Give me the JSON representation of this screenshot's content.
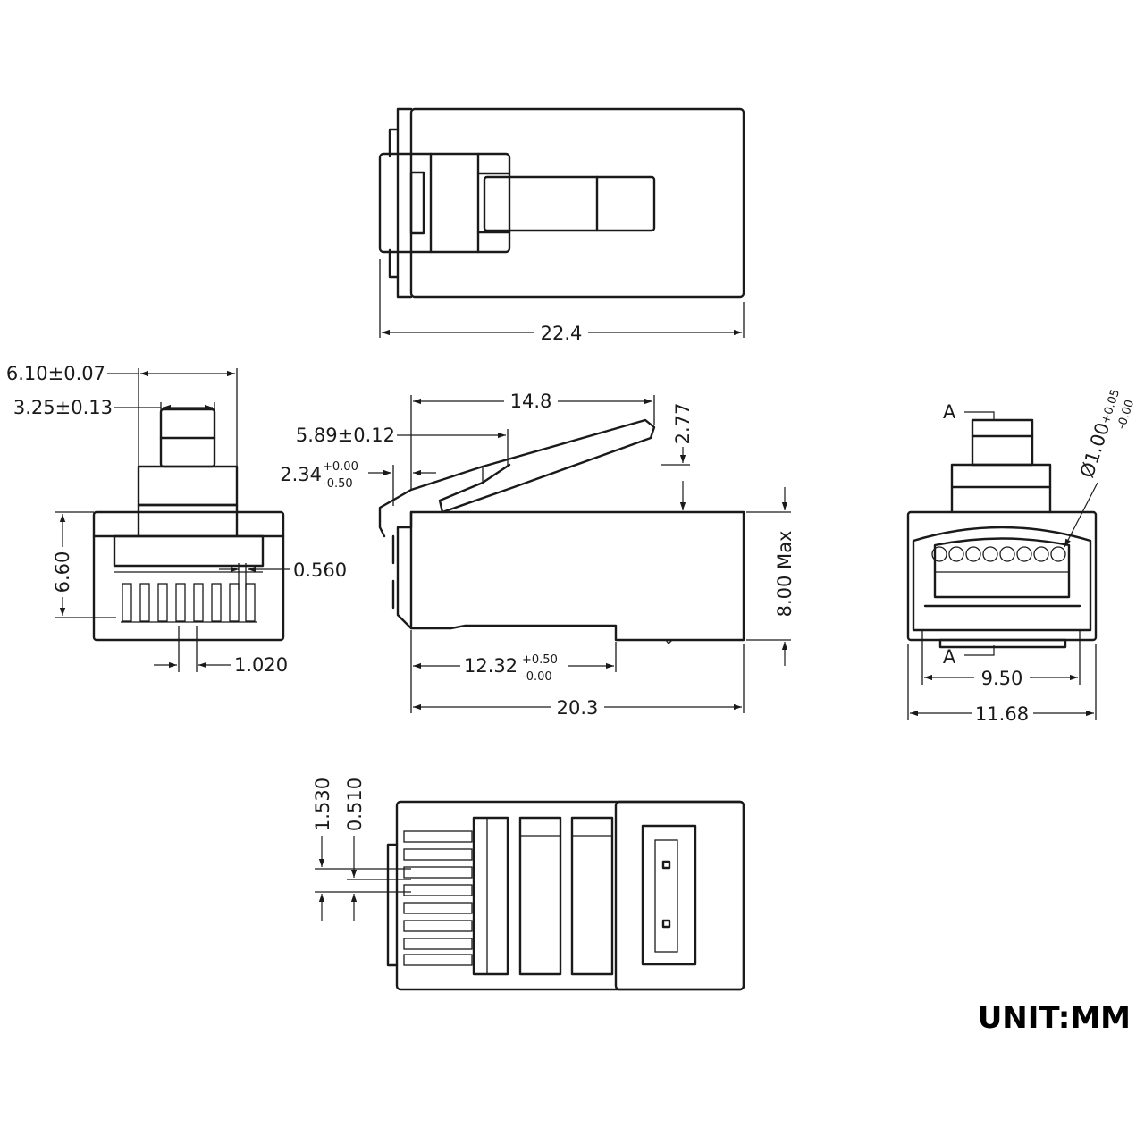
{
  "dimensions": {
    "overall_length_top": "22.4",
    "tab_outer_width": "6.10±0.07",
    "tab_inner_width": "3.25±0.13",
    "front_height": "6.60",
    "contact_gap": "0.560",
    "contact_pitch": "1.020",
    "latch_length": "14.8",
    "latch_offset": "5.89±0.12",
    "latch_step": "2.34",
    "latch_step_tol_plus": "+0.00",
    "latch_step_tol_minus": "-0.50",
    "latch_height": "2.77",
    "max_height": "8.00 Max",
    "opening_depth": "12.32",
    "opening_depth_tol_plus": "+0.50",
    "opening_depth_tol_minus": "-0.00",
    "body_length": "20.3",
    "hole_diameter": "Ø1.00",
    "hole_tol_plus": "+0.05",
    "hole_tol_minus": "-0.00",
    "section_marker_top": "A",
    "section_marker_bottom": "A",
    "inner_width": "9.50",
    "outer_width": "11.68",
    "contact_length": "1.530",
    "contact_width": "0.510"
  },
  "unit_label": "UNIT:MM"
}
